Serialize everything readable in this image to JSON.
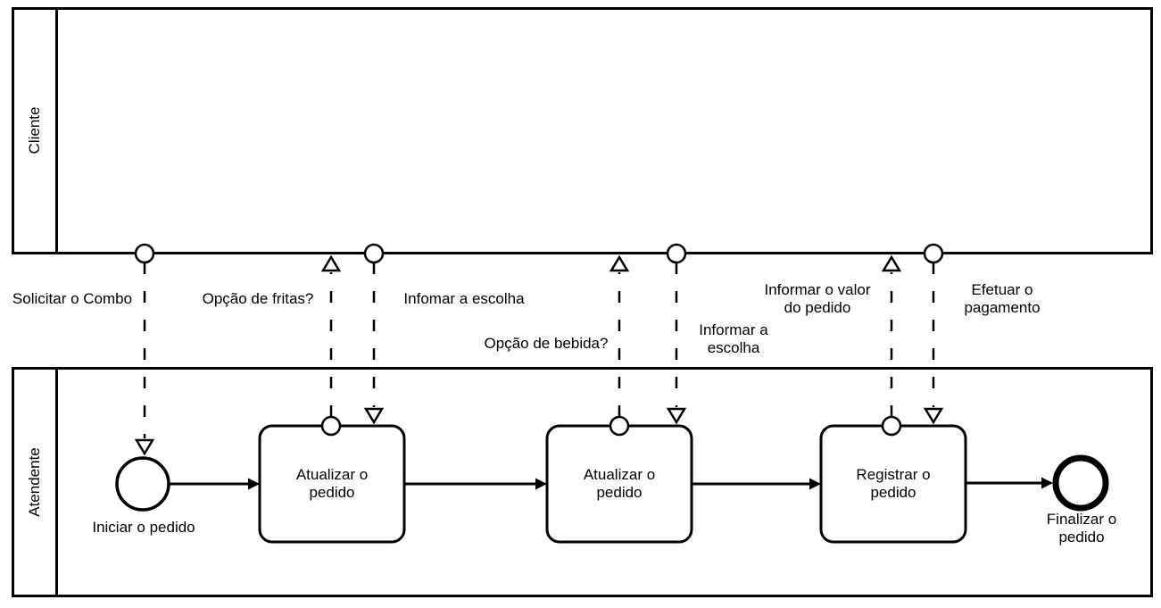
{
  "diagram": {
    "type": "bpmn-collaboration",
    "colors": {
      "stroke": "#000000",
      "background": "#ffffff",
      "shape_fill": "#ffffff"
    },
    "pools": [
      {
        "label": "Cliente"
      },
      {
        "label": "Atendente"
      }
    ],
    "process": {
      "start_event": {
        "label": "Iniciar o pedido"
      },
      "tasks": [
        {
          "label": "Atualizar o\npedido"
        },
        {
          "label": "Atualizar o\npedido"
        },
        {
          "label": "Registrar o\npedido"
        }
      ],
      "end_event": {
        "label": "Finalizar o pedido"
      },
      "sequence_flows": [
        {
          "from": "Iniciar o pedido",
          "to": "Atualizar o pedido (1)"
        },
        {
          "from": "Atualizar o pedido (1)",
          "to": "Atualizar o pedido (2)"
        },
        {
          "from": "Atualizar o pedido (2)",
          "to": "Registrar o pedido"
        },
        {
          "from": "Registrar o pedido",
          "to": "Finalizar o pedido"
        }
      ]
    },
    "message_flows": [
      {
        "label": "Solicitar o Combo",
        "direction": "cliente-para-atendente"
      },
      {
        "label": "Opção de fritas?",
        "direction": "atendente-para-cliente"
      },
      {
        "label": "Infomar a escolha",
        "direction": "cliente-para-atendente"
      },
      {
        "label": "Opção de bebida?",
        "direction": "atendente-para-cliente"
      },
      {
        "label": "Informar a\nescolha",
        "direction": "cliente-para-atendente"
      },
      {
        "label": "Informar o valor\ndo pedido",
        "direction": "atendente-para-cliente"
      },
      {
        "label": "Efetuar o\npagamento",
        "direction": "cliente-para-atendente"
      }
    ]
  }
}
